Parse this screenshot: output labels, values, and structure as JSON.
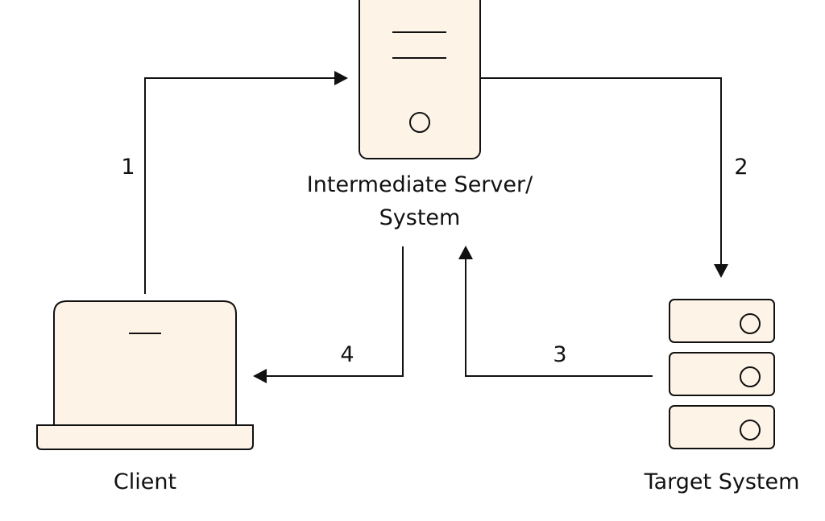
{
  "nodes": {
    "intermediate": {
      "label_line1": "Intermediate Server/",
      "label_line2": "System",
      "icon": "server-tower-icon"
    },
    "client": {
      "label": "Client",
      "icon": "laptop-icon"
    },
    "target": {
      "label": "Target System",
      "icon": "server-rack-icon"
    }
  },
  "steps": {
    "s1": "1",
    "s2": "2",
    "s3": "3",
    "s4": "4"
  },
  "colors": {
    "node_fill": "#fdf3e6",
    "stroke": "#111111",
    "background": "#ffffff"
  }
}
